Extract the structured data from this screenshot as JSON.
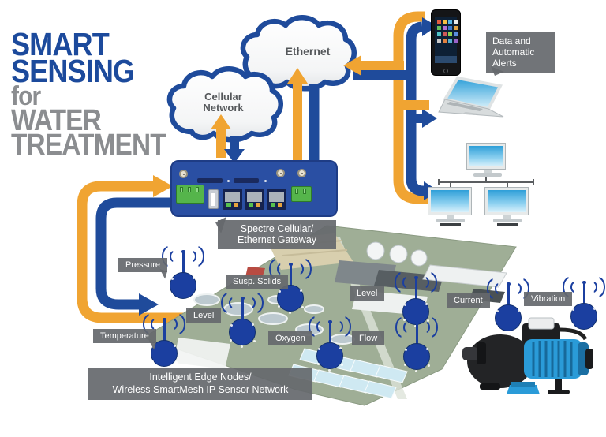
{
  "title": {
    "smart": "SMART",
    "sensing": "SENSING",
    "for": "for",
    "water": "WATER",
    "treatment": "TREATMENT"
  },
  "clouds": {
    "ethernet": "Ethernet",
    "cellular_line1": "Cellular",
    "cellular_line2": "Network"
  },
  "gateway_label": {
    "line1": "Spectre Cellular/",
    "line2": "Ethernet Gateway"
  },
  "alerts_label": {
    "line1": "Data and",
    "line2": "Automatic",
    "line3": "Alerts"
  },
  "edge_label": {
    "line1": "Intelligent Edge Nodes/",
    "line2": "Wireless SmartMesh IP Sensor Network"
  },
  "sensors": [
    {
      "label": "Pressure"
    },
    {
      "label": "Temperature"
    },
    {
      "label": "Susp. Solids"
    },
    {
      "label": "Level"
    },
    {
      "label": "Oxygen"
    },
    {
      "label": "Level"
    },
    {
      "label": "Flow"
    },
    {
      "label": "Current"
    },
    {
      "label": "Vibration"
    }
  ],
  "colors": {
    "brand_blue": "#1F4B9B",
    "accent_orange": "#F0A432",
    "label_gray": "#65686C",
    "title_blue": "#1C4A9C",
    "title_gray": "#8B8D90",
    "sensor_navy": "#1B3FA0",
    "plant_green": "#9FAE96"
  }
}
